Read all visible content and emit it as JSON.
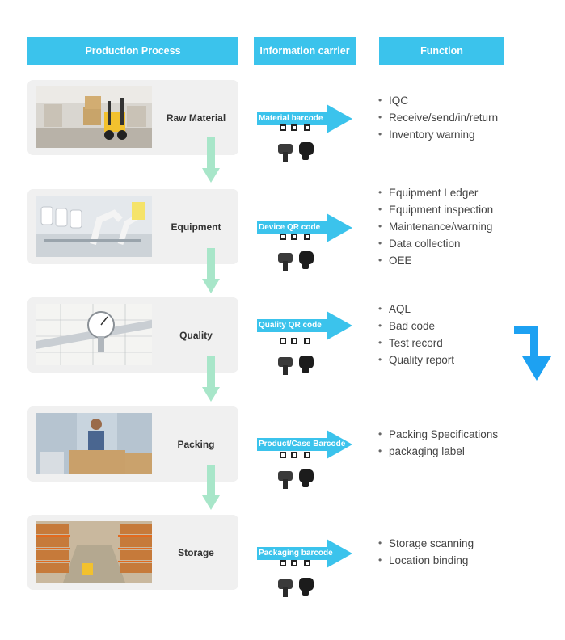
{
  "headers": {
    "process": "Production Process",
    "carrier": "Information carrier",
    "function": "Function"
  },
  "colors": {
    "accent": "#3bc3ec",
    "down_arrow": "#a8e6c9",
    "side_arrow": "#1da1f2",
    "card_bg": "#f0f0f0"
  },
  "steps": [
    {
      "label": "Raw Material",
      "carrier": "Material barcode",
      "functions": [
        "IQC",
        "Receive/send/in/return",
        "Inventory warning"
      ]
    },
    {
      "label": "Equipment",
      "carrier": "Device QR code",
      "functions": [
        "Equipment Ledger",
        "Equipment inspection",
        "Maintenance/warning",
        "Data collection",
        "OEE"
      ]
    },
    {
      "label": "Quality",
      "carrier": "Quality QR code",
      "functions": [
        "AQL",
        "Bad code",
        "Test record",
        "Quality report"
      ]
    },
    {
      "label": "Packing",
      "carrier": "Product/Case Barcode",
      "functions": [
        "Packing Specifications",
        "packaging label"
      ]
    },
    {
      "label": "Storage",
      "carrier": "Packaging barcode",
      "functions": [
        "Storage scanning",
        "Location binding"
      ]
    }
  ]
}
